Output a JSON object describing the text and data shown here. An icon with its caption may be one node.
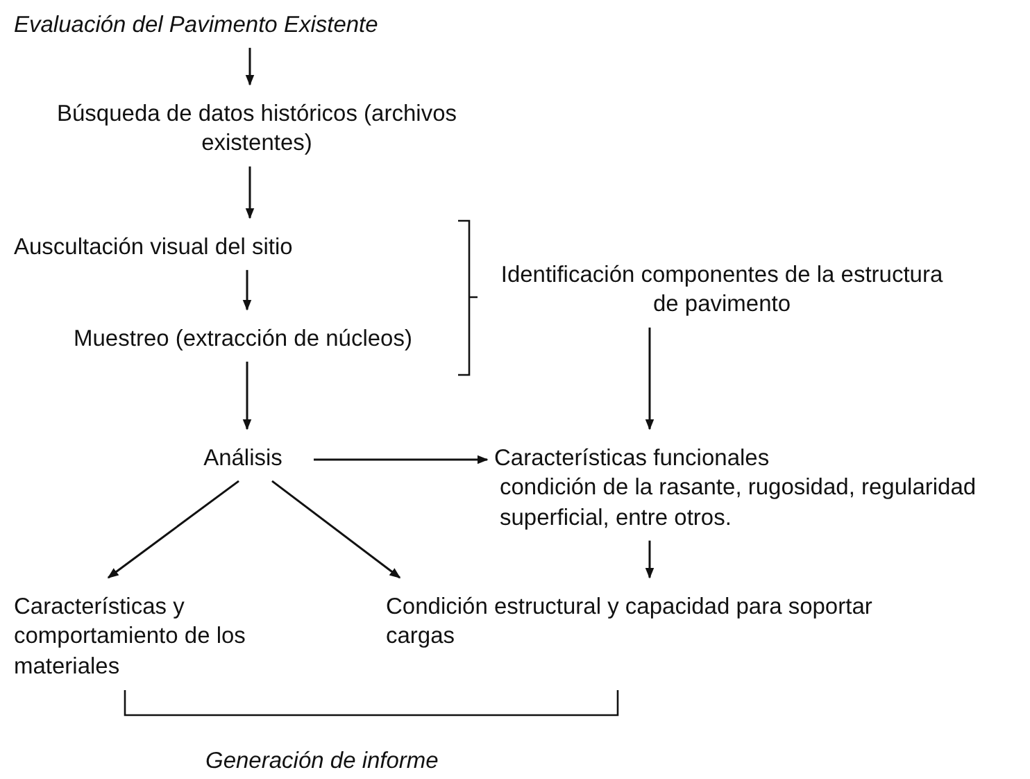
{
  "diagram": {
    "nodes": [
      {
        "text": [
          "Evaluación del Pavimento Existente"
        ]
      },
      {
        "text": [
          "Búsqueda de datos históricos (archivos existentes)"
        ]
      },
      {
        "text": [
          "Auscultación visual del sitio"
        ]
      },
      {
        "text": [
          "Muestreo (extracción de núcleos)"
        ]
      },
      {
        "text": [
          "Identificación componentes de la estructura de pavimento"
        ]
      },
      {
        "text": [
          "Análisis"
        ]
      },
      {
        "text": [
          "Características funcionales",
          "condición de la rasante, rugosidad, regularidad superficial, entre otros."
        ]
      },
      {
        "text": [
          "Características y comportamiento de los materiales"
        ]
      },
      {
        "text": [
          "Condición estructural y capacidad para soportar cargas"
        ]
      }
    ],
    "edges": [
      {
        "from": 0,
        "to": 1,
        "arrow": "to"
      },
      {
        "from": 1,
        "to": 2,
        "arrow": "to"
      },
      {
        "from": 2,
        "to": 3,
        "arrow": "to"
      },
      {
        "from": 3,
        "to": 5,
        "arrow": "to"
      },
      {
        "from": 5,
        "to": 6,
        "arrow": "to"
      },
      {
        "from": 4,
        "to": 6,
        "arrow": "to"
      },
      {
        "from": 5,
        "to": 7,
        "arrow": "to"
      },
      {
        "from": 5,
        "to": 8,
        "arrow": "to"
      },
      {
        "from": 6,
        "to": 8,
        "arrow": "to"
      }
    ],
    "labels": [
      "Generación de informe"
    ]
  }
}
